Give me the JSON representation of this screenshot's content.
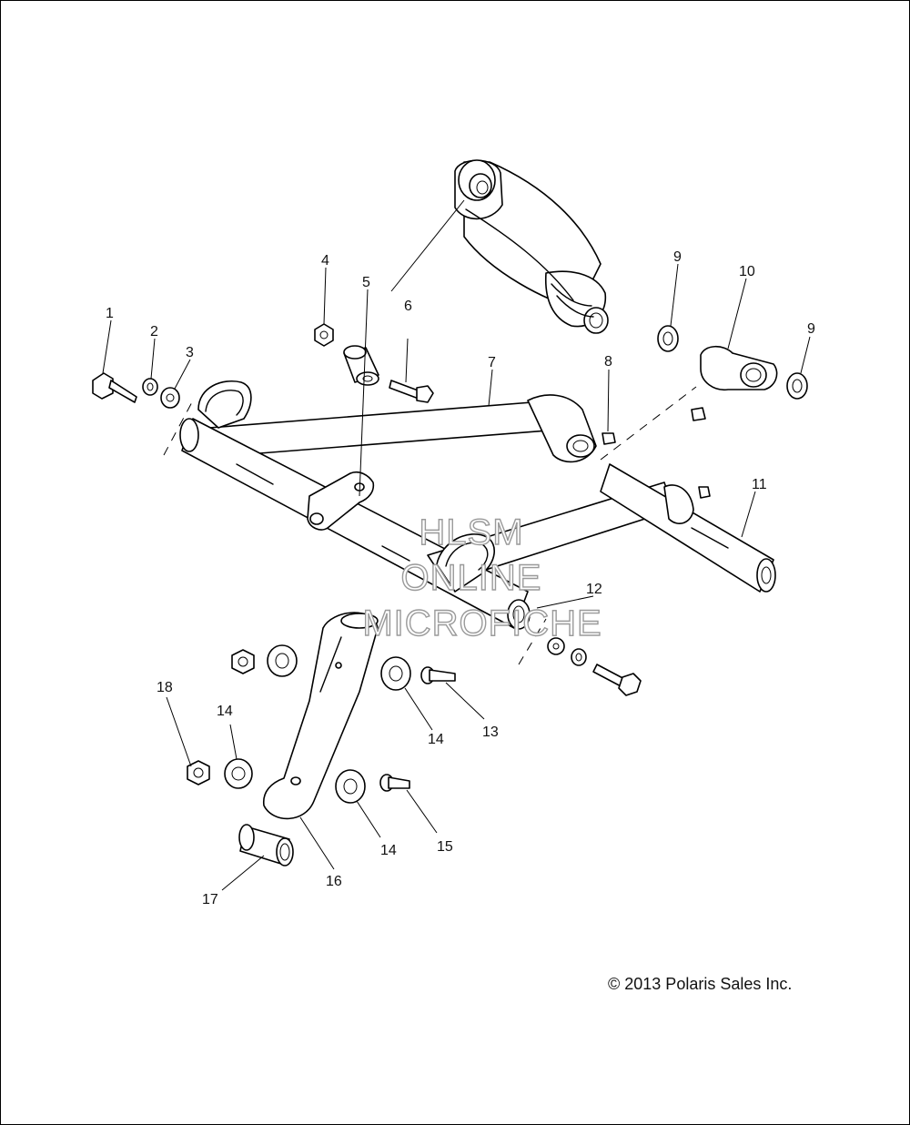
{
  "diagram": {
    "callouts": [
      "1",
      "2",
      "3",
      "4",
      "5",
      "6",
      "7",
      "8",
      "9",
      "10",
      "9",
      "11",
      "12",
      "13",
      "14",
      "14",
      "14",
      "15",
      "16",
      "17",
      "18"
    ],
    "watermark": [
      "HLSM",
      "ONLINE",
      "MICROFICHE"
    ],
    "copyright": "© 2013 Polaris Sales Inc."
  }
}
